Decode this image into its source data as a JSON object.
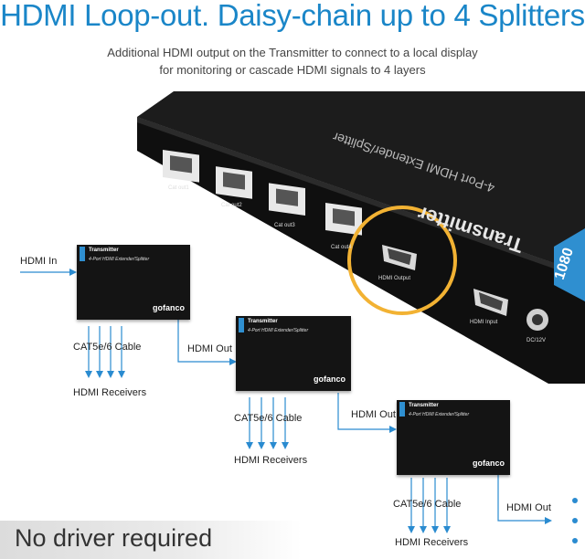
{
  "headline": "HDMI Loop-out. Daisy-chain up to 4 Splitters",
  "subtitle_line1": "Additional HDMI output on the Transmitter to connect to a local display",
  "subtitle_line2": "for monitoring or cascade HDMI signals to 4 layers",
  "device": {
    "model_text": "4-Port HDMI Extender/Splitter",
    "title_text": "Transmitter",
    "resolution_badge": "1080",
    "ports": [
      "Cat out1",
      "Cat out2",
      "Cat out3",
      "Cat out4"
    ],
    "hdmi_output_label": "HDMI Output",
    "hdmi_input_label": "HDMI Input",
    "power_label": "DC/12V"
  },
  "units": [
    {
      "title": "Transmitter",
      "subtitle": "4-Port HDMI Extender/Splitter",
      "logo": "gofanco"
    },
    {
      "title": "Transmitter",
      "subtitle": "4-Port HDMI Extender/Splitter",
      "logo": "gofanco"
    },
    {
      "title": "Transmitter",
      "subtitle": "4-Port HDMI Extender/Splitter",
      "logo": "gofanco"
    }
  ],
  "labels": {
    "hdmi_in": "HDMI In",
    "hdmi_out": "HDMI Out",
    "cable": "CAT5e/6 Cable",
    "receivers": "HDMI Receivers"
  },
  "footer_text": "No driver required",
  "colors": {
    "accent": "#1a86c8",
    "arrow": "#2a8bd0",
    "device": "#141414",
    "highlight": "#f2b233"
  }
}
